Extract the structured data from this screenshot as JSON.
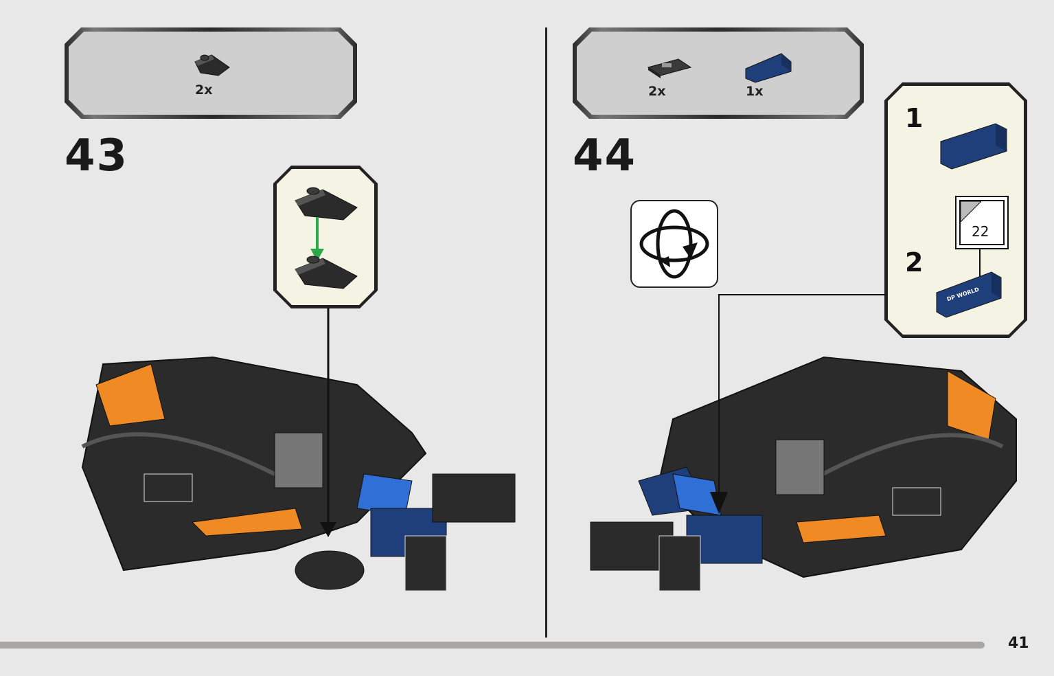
{
  "step43": {
    "number": "43",
    "parts": [
      {
        "qty": "2x",
        "color": "#2b2b2b"
      }
    ]
  },
  "step44": {
    "number": "44",
    "parts": [
      {
        "qty": "2x",
        "color": "#3a3a3a"
      },
      {
        "qty": "1x",
        "color": "#1f3f7a"
      }
    ],
    "callout": {
      "sub1": "1",
      "sub2": "2",
      "sticker_number": "22",
      "sticker_text": "DP WORLD"
    },
    "rotate_icon": "rotate-model-icon"
  },
  "page": {
    "number": "41"
  },
  "colors": {
    "background": "#e8e8e8",
    "brick_black": "#2b2b2b",
    "brick_orange": "#f08a24",
    "brick_blue": "#1f3f7a",
    "brick_light_blue": "#2f6fd6",
    "arrow_green": "#2aa84a",
    "callout_bg": "#f5f3e4"
  }
}
